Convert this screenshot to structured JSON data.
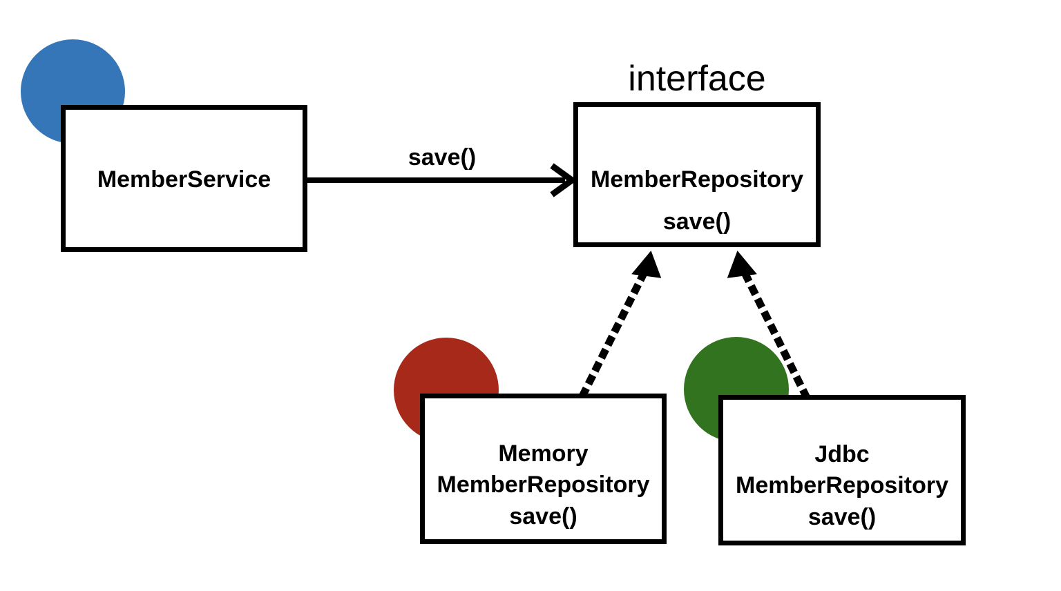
{
  "diagram": {
    "title": "MemberService to MemberRepository interface with implementations",
    "background": "#ffffff",
    "stroke_color": "#000000"
  },
  "nodes": {
    "member_service": {
      "name": "MemberService",
      "circle_color": "#3576b8",
      "circle_name": "member-service-bean-marker"
    },
    "member_repository": {
      "stereotype": "interface",
      "name": "MemberRepository",
      "method": "save()"
    },
    "memory_member_repository": {
      "name_line1": "Memory",
      "name_line2": "MemberRepository",
      "method": "save()",
      "circle_color": "#a6291a",
      "circle_name": "memory-member-repository-bean-marker"
    },
    "jdbc_member_repository": {
      "name_line1": "Jdbc",
      "name_line2": "MemberRepository",
      "method": "save()",
      "circle_color": "#327320",
      "circle_name": "jdbc-member-repository-bean-marker"
    }
  },
  "edges": {
    "call": {
      "label": "save()",
      "from": "MemberService",
      "to": "MemberRepository",
      "style": "solid",
      "arrow": "open"
    },
    "implements_memory": {
      "label": "",
      "from": "MemoryMemberRepository",
      "to": "MemberRepository",
      "style": "dotted",
      "arrow": "filled-triangle"
    },
    "implements_jdbc": {
      "label": "",
      "from": "JdbcMemberRepository",
      "to": "MemberRepository",
      "style": "dotted",
      "arrow": "filled-triangle"
    }
  }
}
